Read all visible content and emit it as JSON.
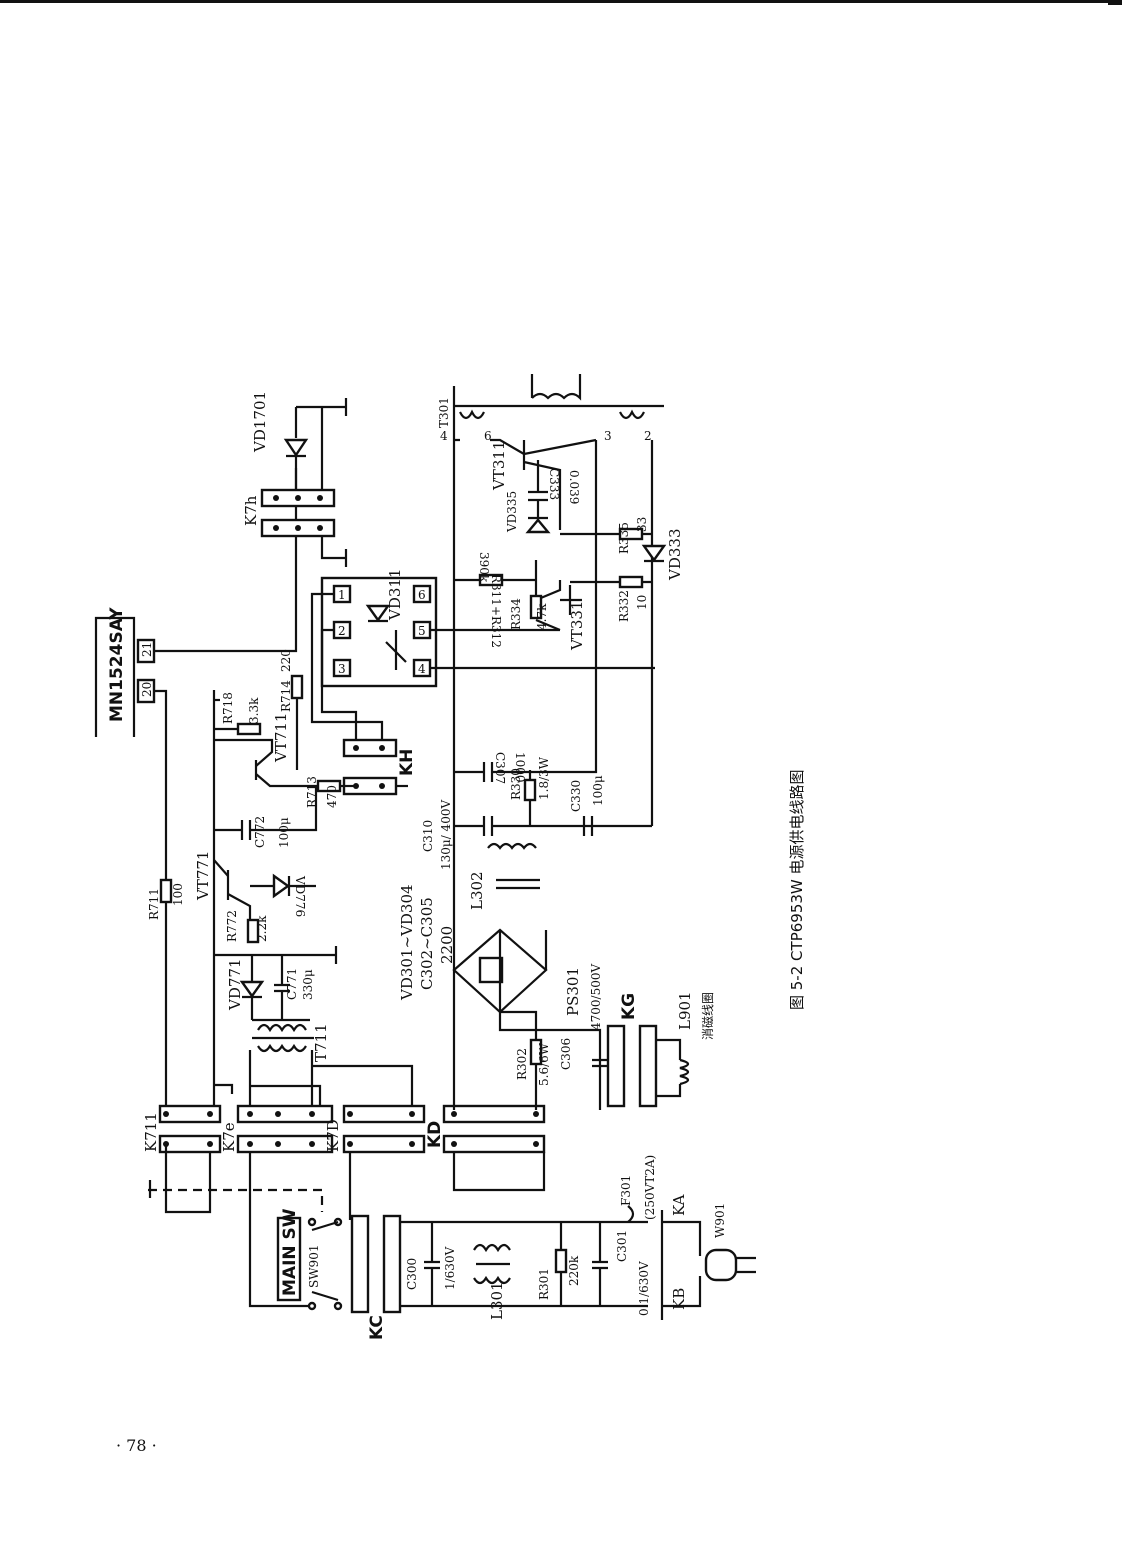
{
  "figure": {
    "caption_no": "图 5-2",
    "caption_title": "CTP6953W 电源供电线路图",
    "page_number": "· 78 ·"
  },
  "components": {
    "ic": "MN1524SAY",
    "ic_pin20": "20",
    "ic_pin21": "21",
    "vd1701": "VD1701",
    "k7h": "K7h",
    "vd311": "VD311",
    "opto_pins": [
      "1",
      "2",
      "3",
      "4",
      "5",
      "6"
    ],
    "t301": "T301",
    "t301_pins": [
      "4",
      "6",
      "3",
      "2"
    ],
    "vt311": "VT311",
    "c333": "C333",
    "c333_val": "0.039",
    "vd335": "VD335",
    "r335": "R335",
    "r335_val": "33",
    "vd333": "VD333",
    "r311": "R311+R312",
    "r311_val": "390k",
    "r334": "R334",
    "r334_val": "4.7k",
    "vt331": "VT331",
    "r332": "R332",
    "r332_val": "10",
    "r718": "R718",
    "r718_val": "3.3k",
    "r714": "R714",
    "r714_val": "220",
    "vt711": "VT711",
    "r713": "R713",
    "r713_val": "470",
    "kh": "KH",
    "c307": "C307",
    "c307_val": "1000",
    "c310": "C310",
    "c310_val": "130μ/ 400V",
    "r330": "R330",
    "r330_val": "1.8/3W",
    "c330": "C330",
    "c330_val": "100μ",
    "c772": "C772",
    "c772_val": "100μ",
    "vd776": "VD776",
    "r711": "R711",
    "r711_val": "100",
    "vt771": "VT771",
    "r772": "R772",
    "r772_val": "2.2k",
    "vd771": "VD771",
    "c771": "C771",
    "c771_val": "330μ",
    "t711": "T711",
    "l302": "L302",
    "vd_bridge": "VD301~VD304",
    "c_bridge": "C302~C305",
    "c_bridge_val": "2200",
    "ps301": "PS301",
    "ps301_val": "4700/500V",
    "kg": "KG",
    "l901": "L901",
    "l901_desc": "消磁线圈",
    "r302": "R302",
    "r302_val": "5.6/6W",
    "c306": "C306",
    "k711": "K711",
    "k7e": "K7e",
    "k7d": "K7D",
    "kd": "KD",
    "main_sw": "MAIN SW",
    "sw901": "SW901",
    "kc": "KC",
    "c300": "C300",
    "c300_val": "1/630V",
    "l301": "L301",
    "r301": "R301",
    "r301_val": "220k",
    "c301": "C301",
    "c301_val": "0.1/630V",
    "f301": "F301",
    "f301_val": "(250VT2A)",
    "ka": "KA",
    "kb": "KB",
    "w901": "W901"
  }
}
